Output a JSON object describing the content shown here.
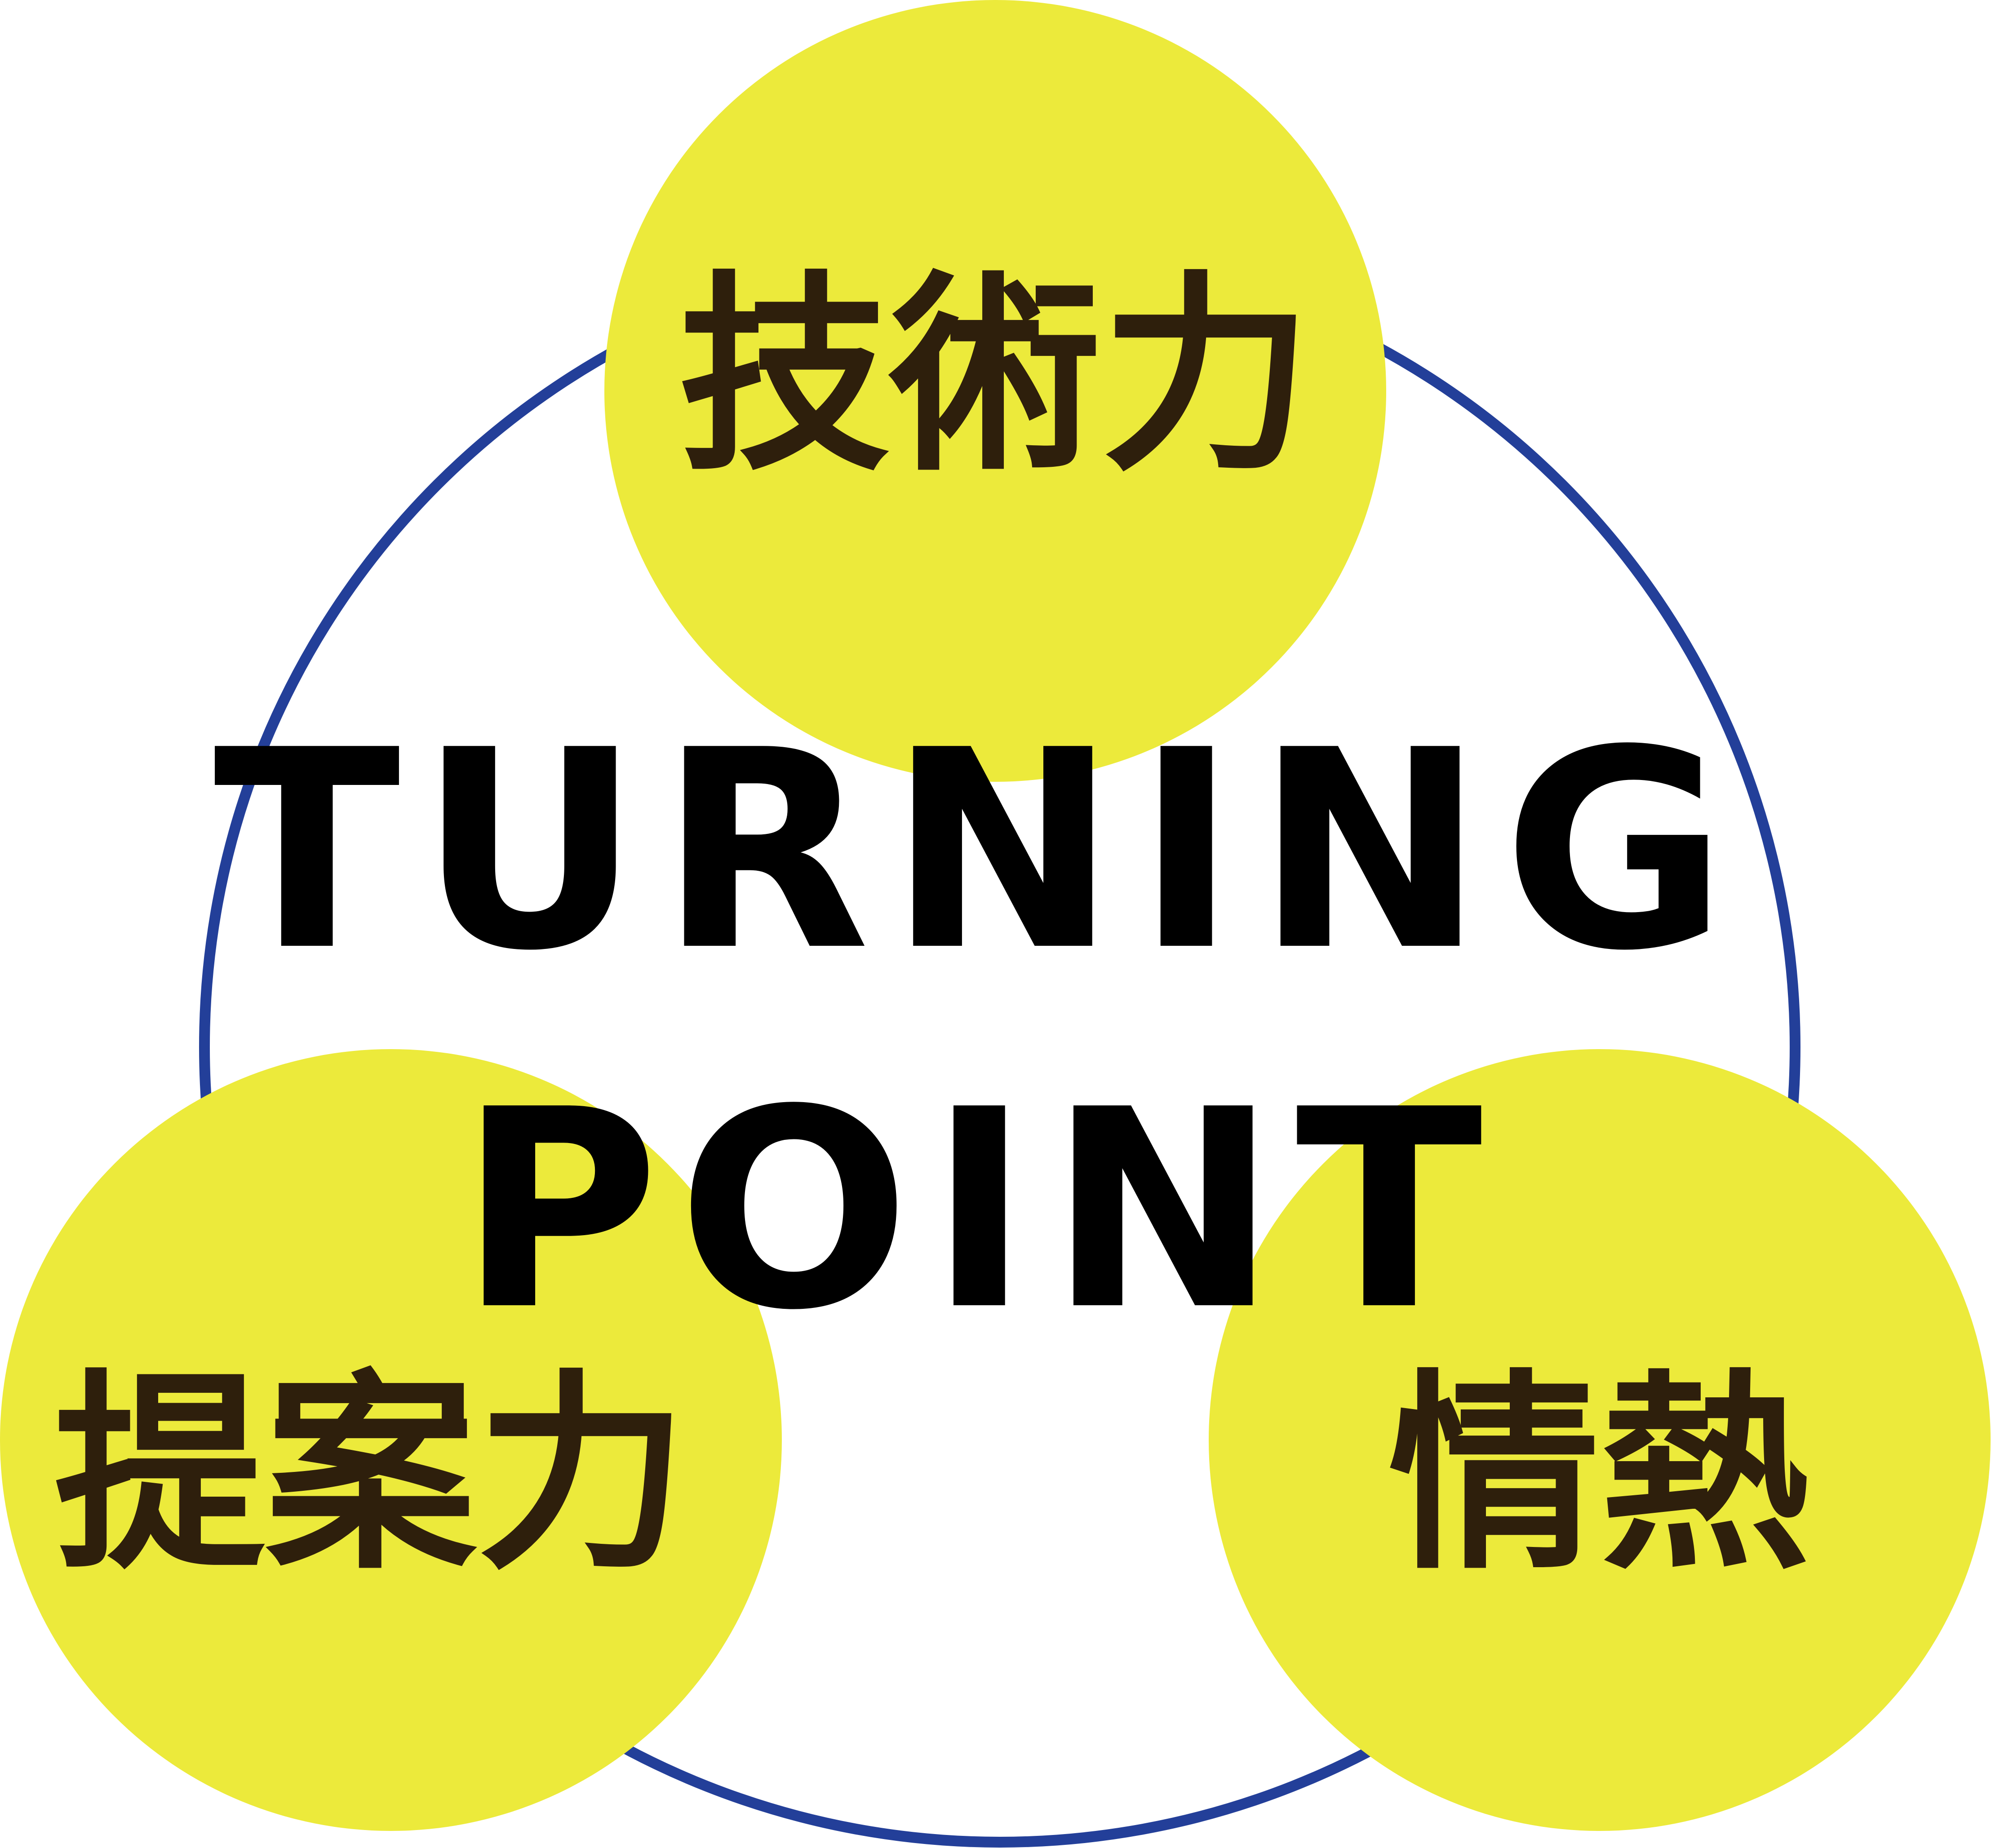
{
  "diagram": {
    "title_line1": "TURNING",
    "title_line2": "POINT",
    "nodes": [
      {
        "id": "top",
        "label": "技術力"
      },
      {
        "id": "bottom-left",
        "label": "提案力"
      },
      {
        "id": "bottom-right",
        "label": "情熱"
      }
    ]
  },
  "colors": {
    "ring": "#233f99",
    "node_fill": "#ecea3b",
    "node_text": "#2e1f0c",
    "title_text": "#000000",
    "background": "#ffffff"
  }
}
